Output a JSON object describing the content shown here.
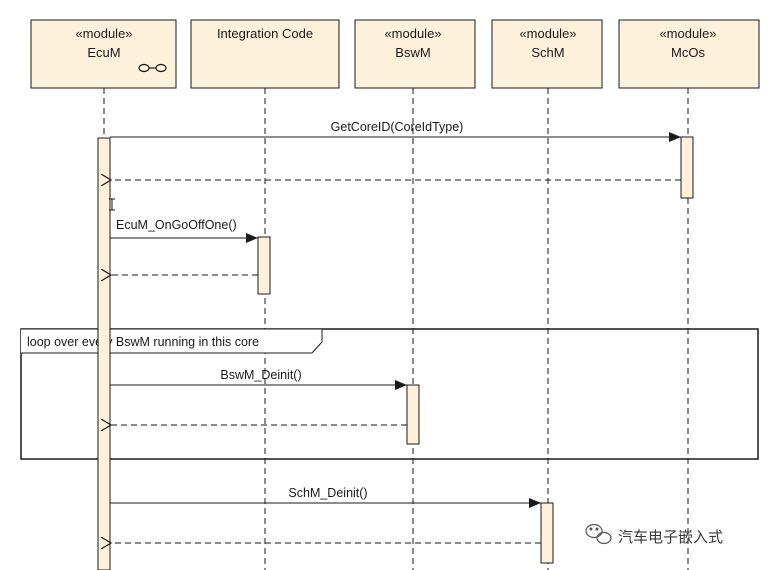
{
  "participants": [
    {
      "stereotype": "«module»",
      "name": "EcuM",
      "has_icon": true
    },
    {
      "stereotype": "",
      "name": "Integration Code",
      "has_icon": false
    },
    {
      "stereotype": "«module»",
      "name": "BswM",
      "has_icon": false
    },
    {
      "stereotype": "«module»",
      "name": "SchM",
      "has_icon": false
    },
    {
      "stereotype": "«module»",
      "name": "McOs",
      "has_icon": false
    }
  ],
  "messages": [
    {
      "label": "GetCoreID(CoreIdType)",
      "from": "EcuM",
      "to": "McOs",
      "kind": "call"
    },
    {
      "label": "",
      "from": "McOs",
      "to": "EcuM",
      "kind": "return"
    },
    {
      "label": "EcuM_OnGoOffOne()",
      "from": "EcuM",
      "to": "Integration Code",
      "kind": "call"
    },
    {
      "label": "",
      "from": "Integration Code",
      "to": "EcuM",
      "kind": "return"
    },
    {
      "label": "BswM_Deinit()",
      "from": "EcuM",
      "to": "BswM",
      "kind": "call"
    },
    {
      "label": "",
      "from": "BswM",
      "to": "EcuM",
      "kind": "return"
    },
    {
      "label": "SchM_Deinit()",
      "from": "EcuM",
      "to": "SchM",
      "kind": "call"
    },
    {
      "label": "",
      "from": "SchM",
      "to": "EcuM",
      "kind": "return"
    }
  ],
  "loop": {
    "label": "loop over every BswM running in this core"
  },
  "watermark": {
    "text": "汽车电子嵌入式",
    "icon": "wechat-icon"
  },
  "colors": {
    "box_fill": "#fdf1dc",
    "activation_fill": "#fdf1dc",
    "line": "#1a1a1a"
  }
}
